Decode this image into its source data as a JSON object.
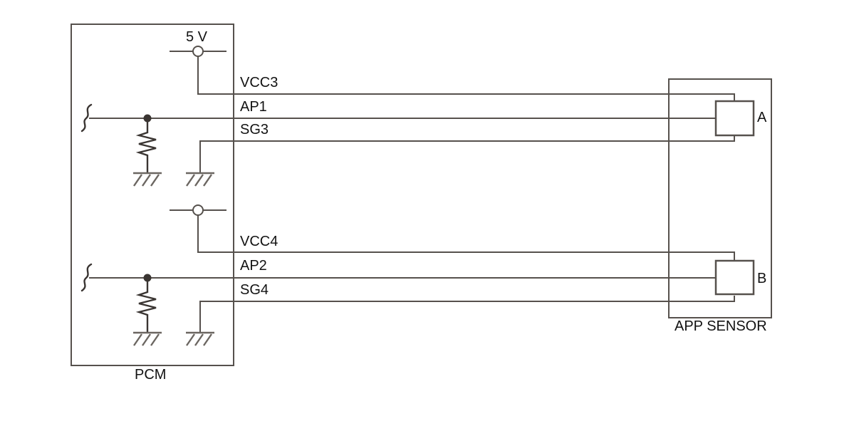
{
  "colors": {
    "wire": "#56514d",
    "component": "#3a3532",
    "ground": "#6b6661",
    "text": "#121212",
    "background": "#ffffff"
  },
  "supply": {
    "label": "5 V"
  },
  "pcm": {
    "label": "PCM",
    "pins": [
      {
        "name": "VCC3"
      },
      {
        "name": "AP1"
      },
      {
        "name": "SG3"
      },
      {
        "name": "VCC4"
      },
      {
        "name": "AP2"
      },
      {
        "name": "SG4"
      }
    ]
  },
  "sensor": {
    "label": "APP SENSOR",
    "connectors": [
      {
        "id": "A"
      },
      {
        "id": "B"
      }
    ]
  }
}
